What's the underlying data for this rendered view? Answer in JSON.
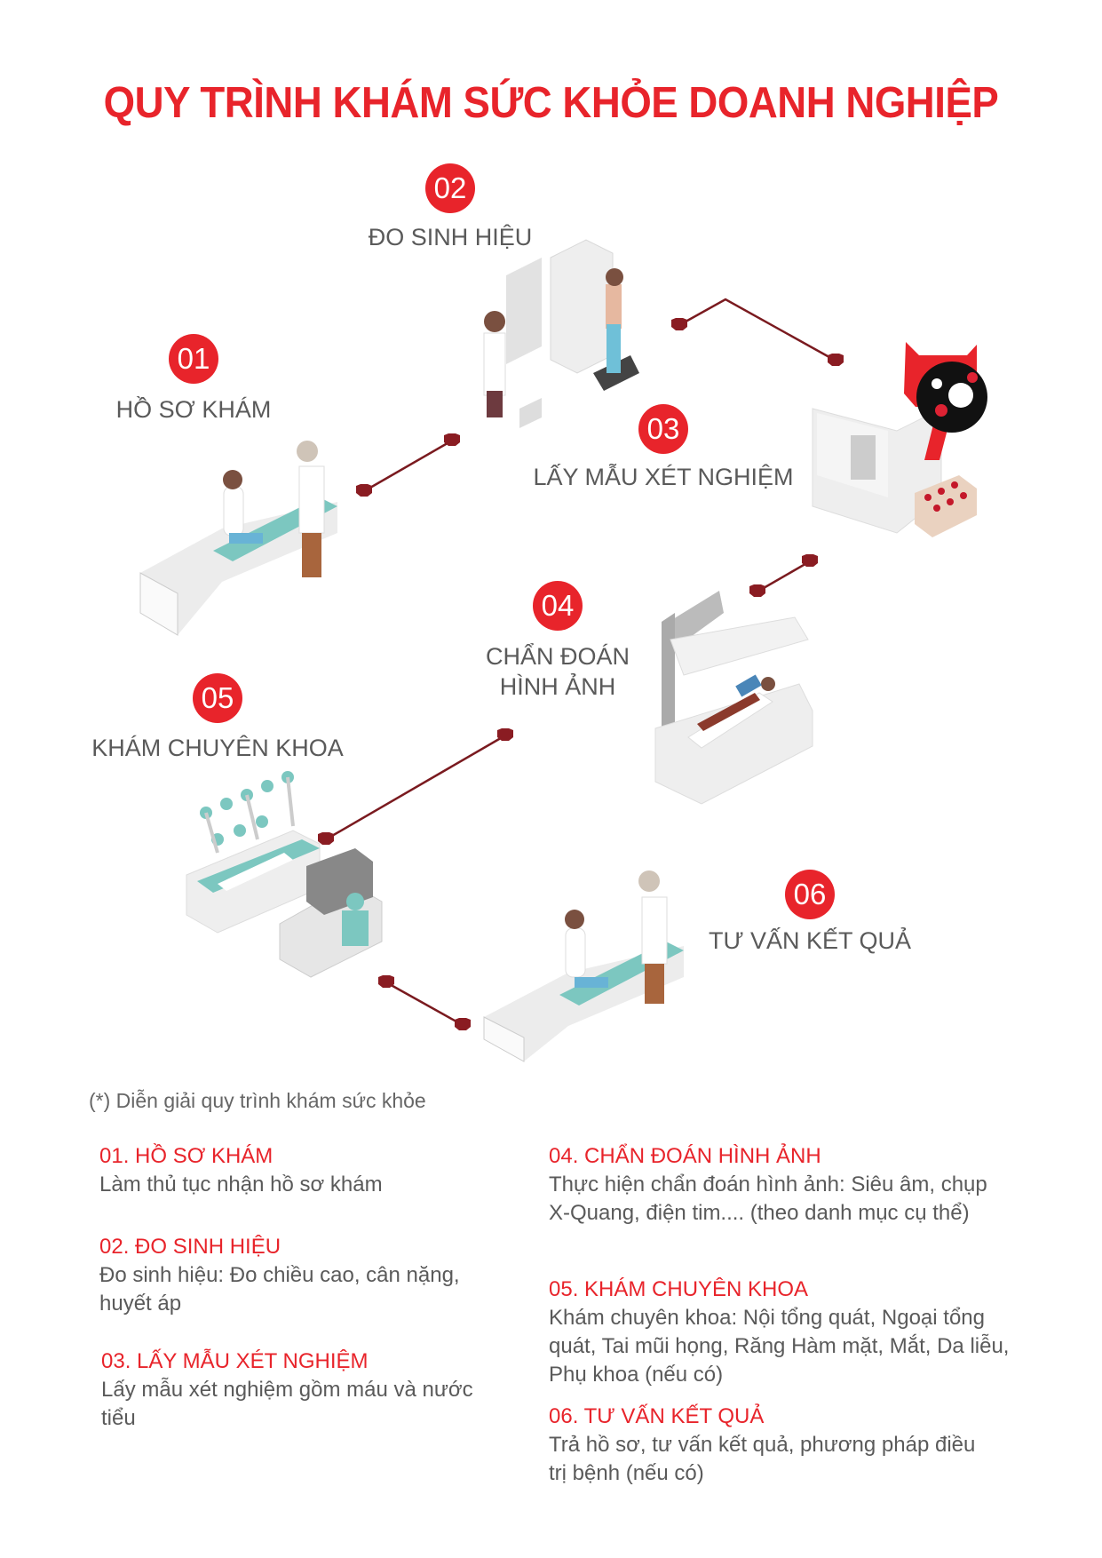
{
  "title": "QUY TRÌNH KHÁM SỨC KHỎE DOANH NGHIỆP",
  "colors": {
    "accent": "#e8242b",
    "connector": "#7a1a1f",
    "text": "#5a5a5a"
  },
  "steps": [
    {
      "num": "01",
      "label": "HỒ SƠ KHÁM"
    },
    {
      "num": "02",
      "label": "ĐO SINH HIỆU"
    },
    {
      "num": "03",
      "label": "LẤY MẪU XÉT NGHIỆM"
    },
    {
      "num": "04",
      "label_line1": "CHẨN ĐOÁN",
      "label_line2": "HÌNH ẢNH"
    },
    {
      "num": "05",
      "label": "KHÁM CHUYÊN KHOA"
    },
    {
      "num": "06",
      "label": "TƯ VẤN KẾT QUẢ"
    }
  ],
  "footnote": "(*) Diễn giải quy trình khám sức khỏe",
  "details": [
    {
      "heading": "01. HỒ SƠ KHÁM",
      "text": "Làm thủ tục nhận hồ sơ khám"
    },
    {
      "heading": "02. ĐO SINH HIỆU",
      "text": "Đo sinh hiệu: Đo chiều cao, cân nặng, huyết áp"
    },
    {
      "heading": "03. LẤY MẪU XÉT NGHIỆM",
      "text": "Lấy mẫu xét nghiệm gồm máu và nước tiểu"
    },
    {
      "heading": "04. CHẨN ĐOÁN HÌNH ẢNH",
      "text": "Thực hiện chẩn đoán hình ảnh: Siêu âm, chụp X-Quang, điện tim.... (theo danh mục cụ thể)"
    },
    {
      "heading": "05. KHÁM CHUYÊN KHOA",
      "text": "Khám chuyên khoa: Nội tổng quát, Ngoại tổng quát, Tai mũi họng, Răng Hàm mặt, Mắt, Da liễu, Phụ khoa (nếu có)"
    },
    {
      "heading": "06. TƯ VẤN KẾT QUẢ",
      "text": "Trả hồ sơ, tư vấn kết quả, phương pháp điều trị bệnh (nếu có)"
    }
  ]
}
